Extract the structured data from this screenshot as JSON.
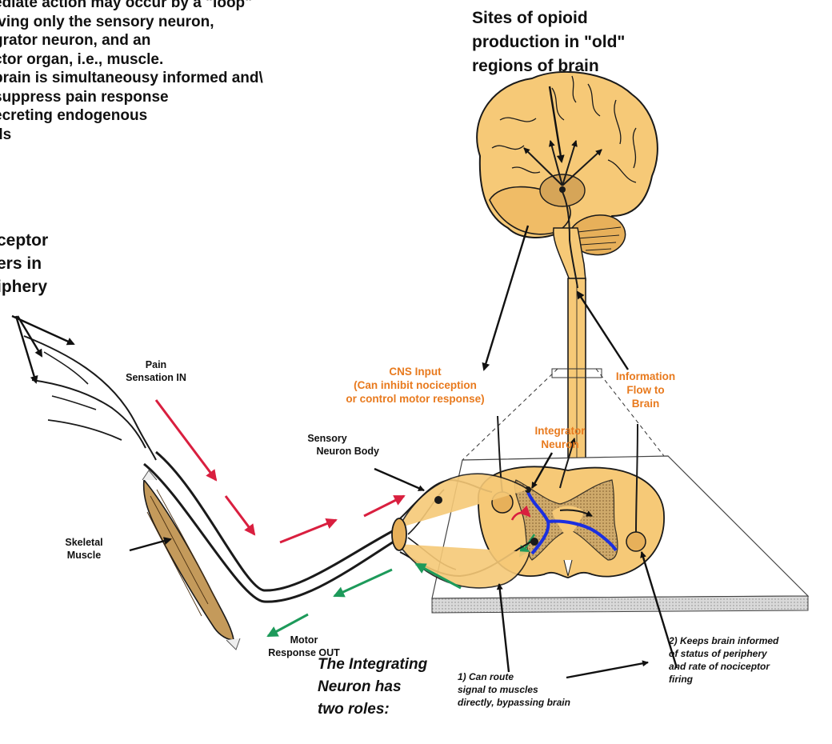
{
  "intro_lines": [
    "ediate action may occur by a \"loop\"",
    "lving only the sensory neuron,",
    "grator neuron, and an",
    "ctor organ, i.e., muscle.",
    "brain is simultaneousy informed and\\",
    "suppress pain response",
    "ecreting endogenous",
    "ds"
  ],
  "opioid_label": [
    "Sites of opioid",
    "production in \"old\"",
    "regions of brain"
  ],
  "nociceptor_label": [
    "ceptor",
    "ers in",
    "iphery"
  ],
  "pain_label": [
    "Pain",
    "Sensation IN"
  ],
  "sensory_body_label": [
    "Sensory",
    "Neuron Body"
  ],
  "skeletal_label": [
    "Skeletal",
    "Muscle"
  ],
  "motor_label": [
    "Motor",
    "Response OUT"
  ],
  "cns_label": [
    "CNS Input",
    "(Can inhibit nociception",
    "or control motor response)"
  ],
  "info_label": [
    "Information",
    "Flow to",
    "Brain"
  ],
  "integrator_label": [
    "Integrator",
    "Neuron"
  ],
  "role1_label": [
    "1) Can route",
    "signal to muscles",
    "directly, bypassing brain"
  ],
  "role2_label": [
    "2) Keeps brain informed",
    "of status of periphery",
    "and rate of nociceptor",
    "firing"
  ],
  "roles_title": [
    "The Integrating",
    "Neuron has",
    "two roles:"
  ],
  "colors": {
    "tissue": "#f6c977",
    "tissue_dark": "#e7b05a",
    "outline": "#1a1a1a",
    "red_arrow": "#d91f3f",
    "green_arrow": "#1d9a5a",
    "orange_text": "#e87a1e",
    "blue_neuron": "#1b2fe0"
  }
}
